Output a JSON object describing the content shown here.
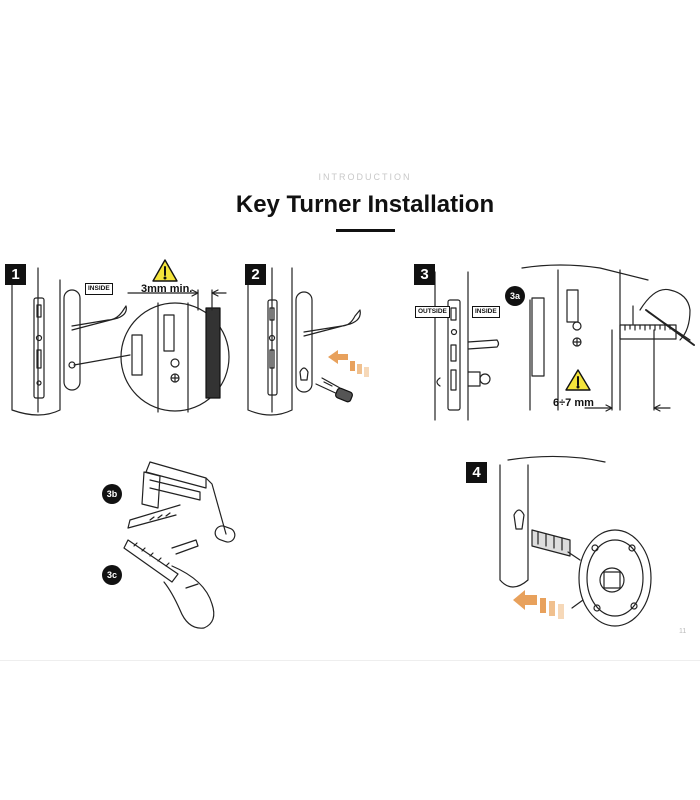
{
  "header": {
    "eyebrow": "INTRODUCTION",
    "title": "Key Turner Installation"
  },
  "steps": {
    "s1": "1",
    "s2": "2",
    "s3": "3",
    "s3a": "3a",
    "s3b": "3b",
    "s3c": "3c",
    "s4": "4"
  },
  "labels": {
    "inside_1": "INSIDE",
    "outside_3": "OUTSIDE",
    "inside_3": "INSIDE",
    "min_gap": "3mm min.",
    "range_gap": "6÷7 mm"
  },
  "page_number": "11",
  "colors": {
    "accent": "#e8a15c",
    "warning": "#f4e43b",
    "ink": "#111111"
  }
}
